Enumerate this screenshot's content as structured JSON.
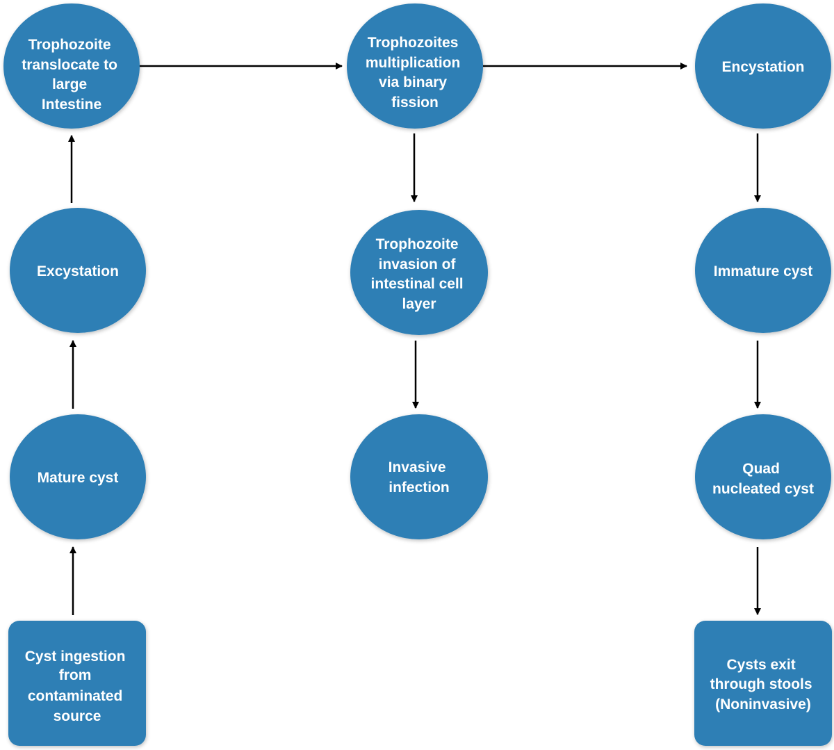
{
  "diagram": {
    "nodes": [
      {
        "id": "trophozoite-translocate",
        "shape": "circle",
        "lines": [
          "Trophozoite",
          "translocate to",
          "large",
          "Intestine"
        ]
      },
      {
        "id": "trophozoites-multiplication",
        "shape": "circle",
        "lines": [
          "Trophozoites",
          "multiplication",
          "via binary",
          "fission"
        ]
      },
      {
        "id": "encystation",
        "shape": "circle",
        "lines": [
          "Encystation"
        ]
      },
      {
        "id": "excystation",
        "shape": "circle",
        "lines": [
          "Excystation"
        ]
      },
      {
        "id": "trophozoite-invasion",
        "shape": "circle",
        "lines": [
          "Trophozoite",
          "invasion of",
          "intestinal cell",
          "layer"
        ]
      },
      {
        "id": "immature-cyst",
        "shape": "circle",
        "lines": [
          "Immature cyst"
        ]
      },
      {
        "id": "mature-cyst",
        "shape": "circle",
        "lines": [
          "Mature cyst"
        ]
      },
      {
        "id": "invasive-infection",
        "shape": "circle",
        "lines": [
          "Invasive",
          "infection"
        ]
      },
      {
        "id": "quad-nucleated-cyst",
        "shape": "circle",
        "lines": [
          "Quad",
          "nucleated cyst"
        ]
      },
      {
        "id": "cyst-ingestion",
        "shape": "rect",
        "lines": [
          "Cyst ingestion",
          "from",
          "contaminated",
          "source"
        ]
      },
      {
        "id": "cysts-exit",
        "shape": "rect",
        "lines": [
          "Cysts exit",
          "through stools",
          "(Noninvasive)"
        ]
      }
    ],
    "edges": [
      {
        "from": "cyst-ingestion",
        "to": "mature-cyst"
      },
      {
        "from": "mature-cyst",
        "to": "excystation"
      },
      {
        "from": "excystation",
        "to": "trophozoite-translocate"
      },
      {
        "from": "trophozoite-translocate",
        "to": "trophozoites-multiplication"
      },
      {
        "from": "trophozoites-multiplication",
        "to": "encystation"
      },
      {
        "from": "trophozoites-multiplication",
        "to": "trophozoite-invasion"
      },
      {
        "from": "trophozoite-invasion",
        "to": "invasive-infection"
      },
      {
        "from": "encystation",
        "to": "immature-cyst"
      },
      {
        "from": "immature-cyst",
        "to": "quad-nucleated-cyst"
      },
      {
        "from": "quad-nucleated-cyst",
        "to": "cysts-exit"
      }
    ],
    "colors": {
      "node_fill": "#2f7fb5",
      "label_text": "#ffffff",
      "arrow": "#000000"
    }
  }
}
